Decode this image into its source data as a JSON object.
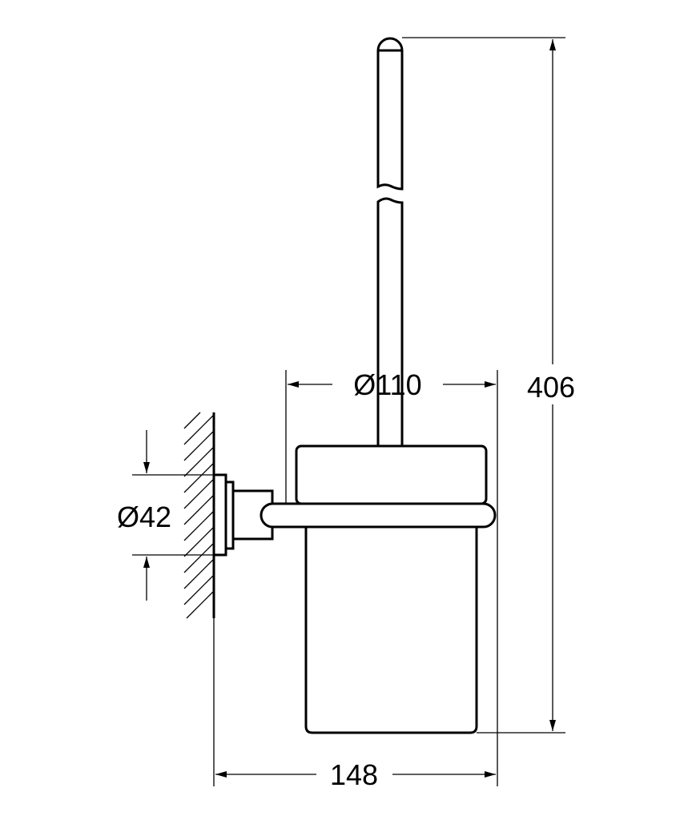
{
  "drawing": {
    "dimensions": {
      "height": "406",
      "cup_diameter": "Ø110",
      "depth": "148",
      "rosette_diameter": "Ø42"
    },
    "line_color": "#000000",
    "background": "#ffffff"
  }
}
